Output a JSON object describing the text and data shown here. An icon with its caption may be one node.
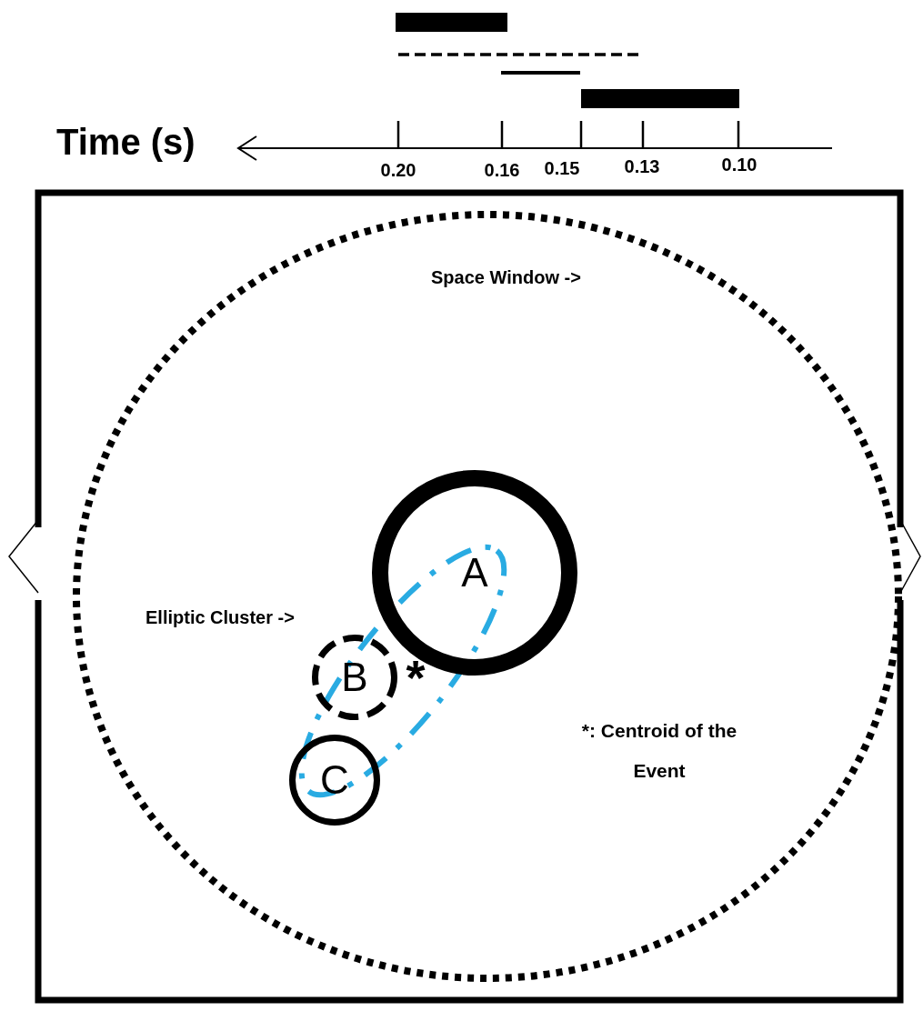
{
  "diagram": {
    "nodes": [
      {
        "text": [],
        "shape": "box"
      },
      {
        "text": [],
        "shape": "circle",
        "in": 0
      },
      {
        "text": [
          "A"
        ],
        "in": 1
      },
      {
        "text": [
          "B"
        ],
        "in": 1
      },
      {
        "text": [
          "C"
        ],
        "in": 1
      }
    ],
    "labels": [
      "Time (s)",
      "0.20",
      "0.16",
      "0.15",
      "0.13",
      "0.10",
      "Space Window ->",
      "Elliptic Cluster ->",
      "*",
      "*: Centroid of the Event"
    ]
  }
}
